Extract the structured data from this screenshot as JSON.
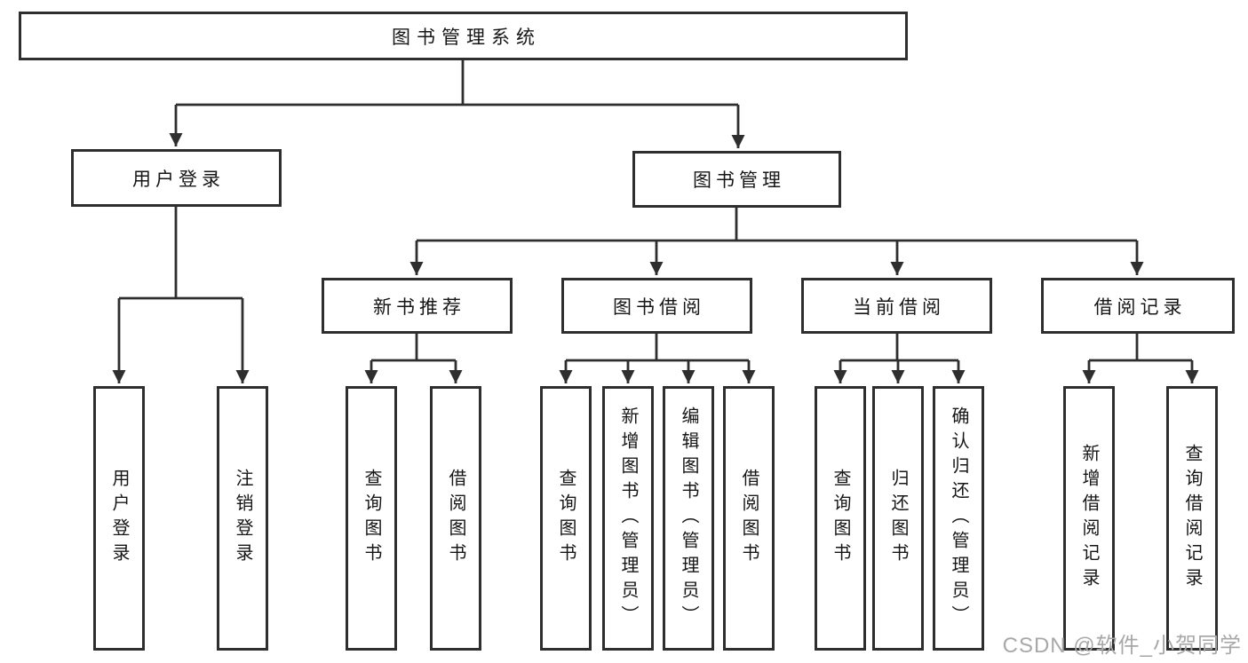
{
  "tree": {
    "root": {
      "label": "图书管理系统"
    },
    "branches": [
      {
        "label": "用户登录",
        "children": [
          {
            "label": "用户登录"
          },
          {
            "label": "注销登录"
          }
        ]
      },
      {
        "label": "图书管理",
        "children": [
          {
            "label": "新书推荐",
            "children": [
              {
                "label": "查询图书"
              },
              {
                "label": "借阅图书"
              }
            ]
          },
          {
            "label": "图书借阅",
            "children": [
              {
                "label": "查询图书"
              },
              {
                "label": "新增图书（管理员）"
              },
              {
                "label": "编辑图书（管理员）"
              },
              {
                "label": "借阅图书"
              }
            ]
          },
          {
            "label": "当前借阅",
            "children": [
              {
                "label": "查询图书"
              },
              {
                "label": "归还图书"
              },
              {
                "label": "确认归还（管理员）"
              }
            ]
          },
          {
            "label": "借阅记录",
            "children": [
              {
                "label": "新增借阅记录"
              },
              {
                "label": "查询借阅记录"
              }
            ]
          }
        ]
      }
    ]
  },
  "watermark": {
    "text": "CSDN @软件_小贺同学"
  },
  "colors": {
    "line": "#2e2e2e",
    "text": "#161616",
    "watermark": "#a8a8a8",
    "background": "#ffffff"
  }
}
